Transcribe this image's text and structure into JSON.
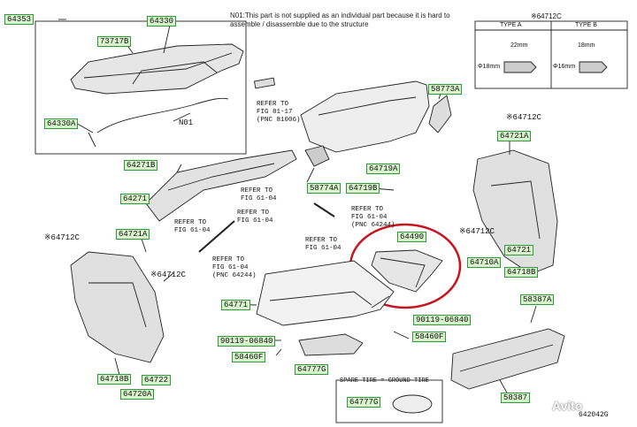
{
  "note": "N01:This part is not supplied as an individual part because it is hard to assemble / disassemble due to the structure",
  "type_table": {
    "marker": "※64712C",
    "type_a": "TYPE A",
    "type_b": "TYPE B",
    "dim_a_len": "22mm",
    "dim_a_dia": "Φ18mm",
    "dim_b_len": "18mm",
    "dim_b_dia": "Φ16mm"
  },
  "labels": {
    "p64353": "64353",
    "p64330": "64330",
    "p73717B": "73717B",
    "p64330A": "64330A",
    "n01": "N01",
    "p58773A": "58773A",
    "p64712C_r": "※64712C",
    "p64721A_r": "64721A",
    "p64271B": "64271B",
    "p64271": "64271",
    "p58774A": "58774A",
    "p64719B": "64719B",
    "p64719A": "64719A",
    "p64490": "64490",
    "p64712C_l": "※64712C",
    "p64721A_l": "64721A",
    "p64712C_m": "※64712C",
    "p64712C_rm": "※64712C",
    "p64721": "64721",
    "p64710A": "64710A",
    "p64718B_r": "64718B",
    "p58387A": "58387A",
    "p64771": "64771",
    "p90119_1": "90119-06840",
    "p90119_2": "90119-06840",
    "p58460F_1": "58460F",
    "p58460F_2": "58460F",
    "p64777G_1": "64777G",
    "p64777G_2": "64777G",
    "p64718B_l": "64718B",
    "p64722": "64722",
    "p64720A": "64720A",
    "p58387": "58387",
    "spare_tire": "SPARE TIRE = GROUND TIRE",
    "fig_code": "642042G"
  },
  "refs": {
    "r1": "REFER TO\nFIG 81-17\n(PNC 81006)",
    "r2": "REFER TO\nFIG 61-04",
    "r3": "REFER TO\nFIG 61-04",
    "r4": "REFER TO\nFIG 61-04",
    "r5": "REFER TO\nFIG 61-04\n(PNC 64244)",
    "r6": "REFER TO\nFIG 61-04",
    "r7": "REFER TO\nFIG 61-04\n(PNC 64244)"
  },
  "watermark": "Avito",
  "colors": {
    "label_bg": "#d8f2cc",
    "label_border": "#2f9a3a",
    "highlight": "#c8141e"
  }
}
